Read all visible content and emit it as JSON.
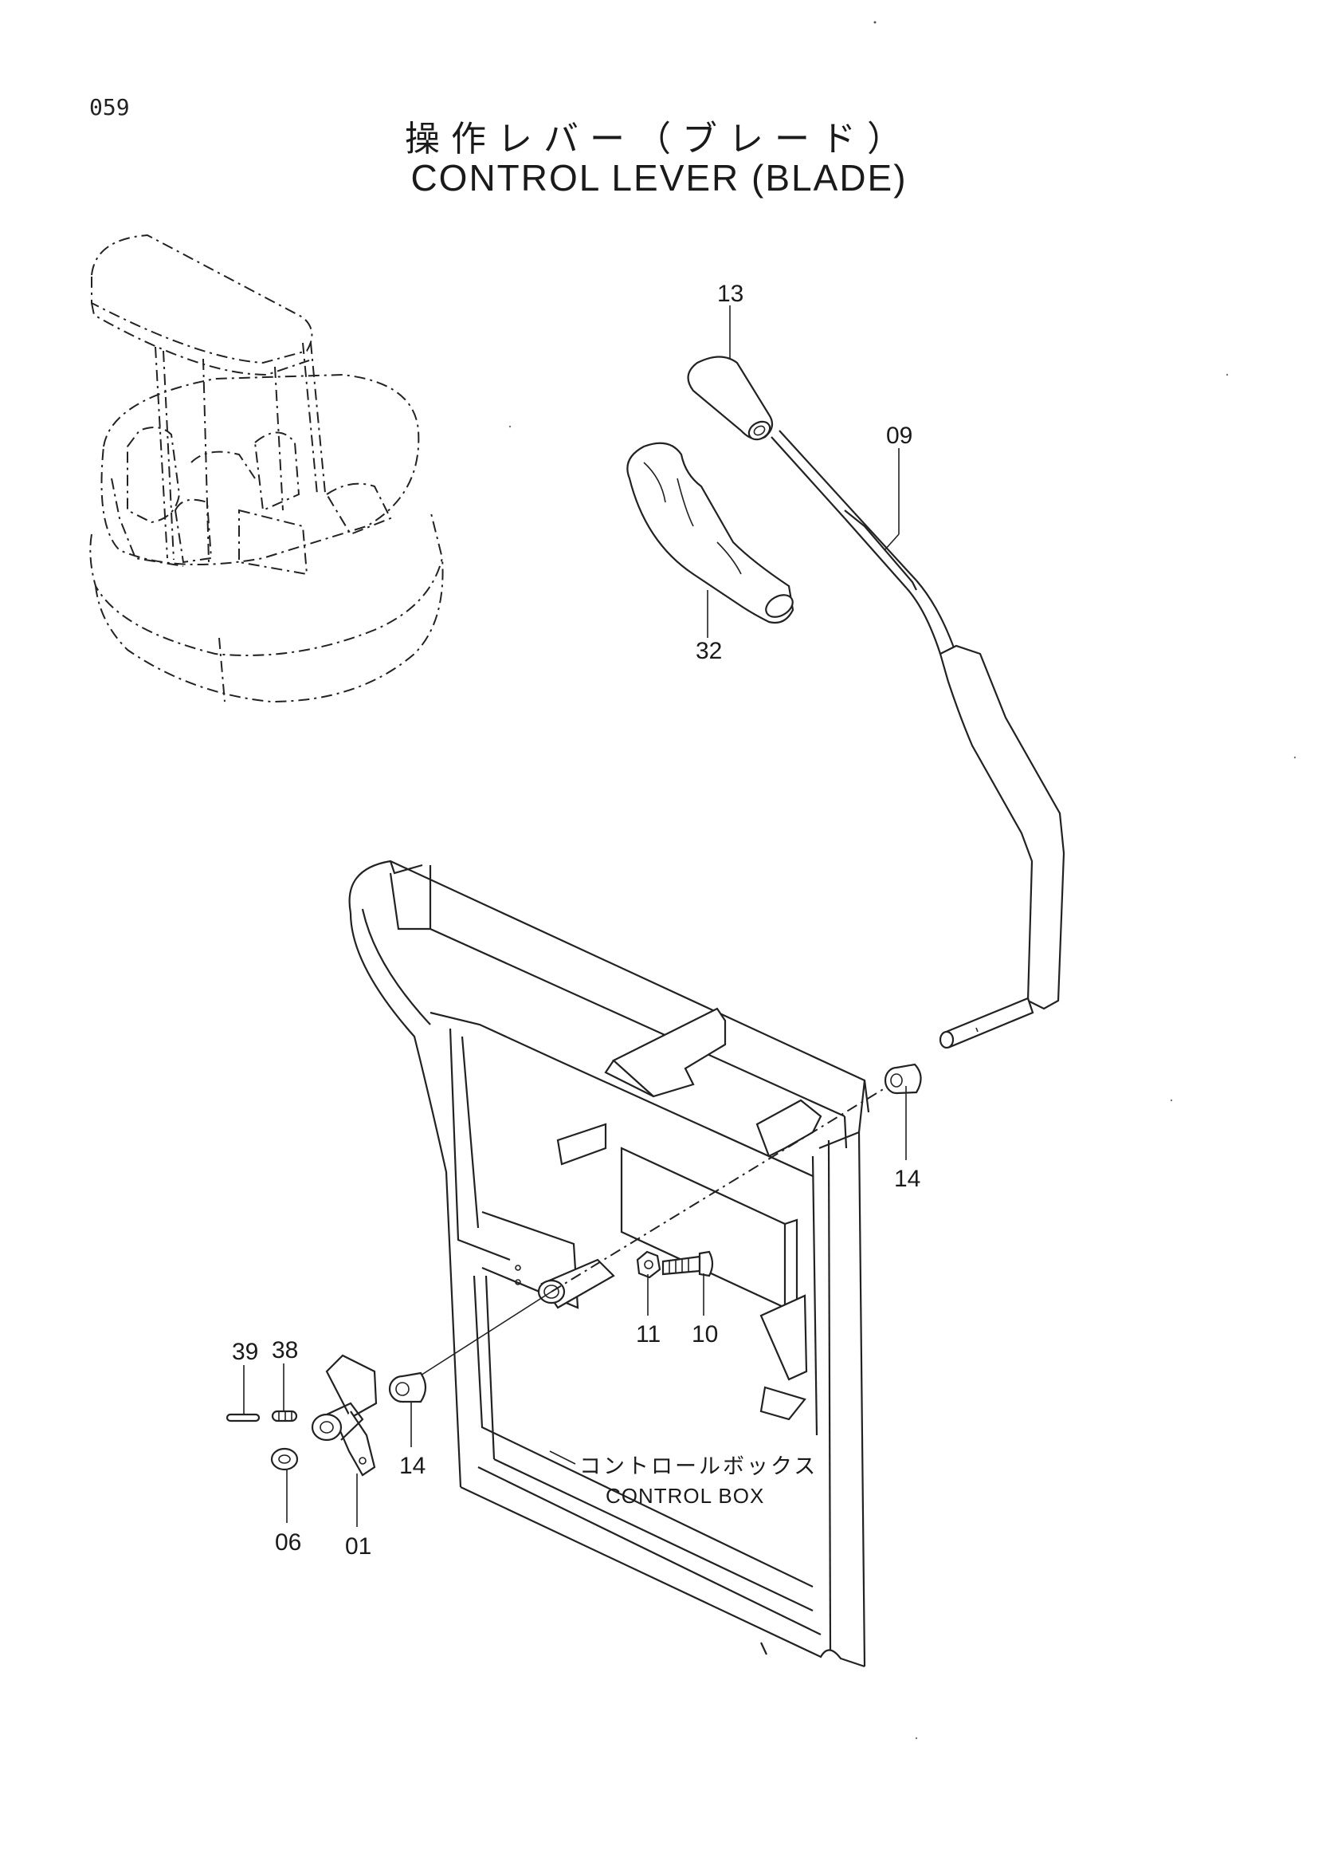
{
  "page": {
    "number": "059"
  },
  "title": {
    "japanese": "操作レバー（ブレード）",
    "english": "CONTROL LEVER (BLADE)"
  },
  "callouts": {
    "p13": "13",
    "p09": "09",
    "p32": "32",
    "p14_top": "14",
    "p11": "11",
    "p10": "10",
    "p39": "39",
    "p38": "38",
    "p14_bottom": "14",
    "p06": "06",
    "p01": "01"
  },
  "control_box": {
    "label_jp": "コントロールボックス",
    "label_en": "CONTROL BOX"
  }
}
